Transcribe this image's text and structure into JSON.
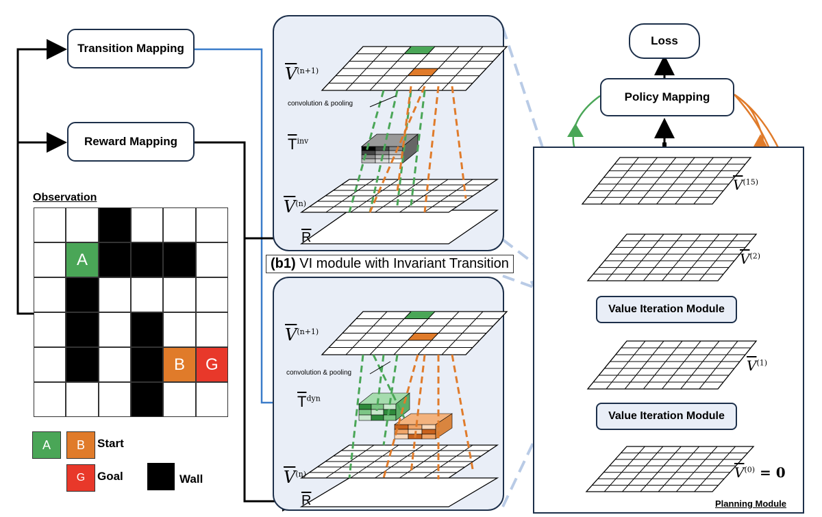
{
  "boxes": {
    "transition": "Transition Mapping",
    "reward": "Reward Mapping",
    "loss": "Loss",
    "policy": "Policy Mapping",
    "vim_top": "Value Iteration Module",
    "vim_bottom": "Value Iteration Module"
  },
  "observation": {
    "title": "Observation",
    "agent_label": "A",
    "start_label": "B",
    "goal_label": "G"
  },
  "legend": {
    "a": "A",
    "b": "B",
    "start": "Start",
    "g": "G",
    "goal": "Goal",
    "wall": "Wall"
  },
  "panel_top": {
    "v_next_sup": "(n+1)",
    "conv": "convolution & pooling",
    "t_sym": "T",
    "t_sup": "inv",
    "v_sup": "(n)",
    "r_sym": "R"
  },
  "caption": {
    "prefix": "(b1)",
    "text": " VI module with Invariant Transition"
  },
  "panel_bottom": {
    "v_next_sup": "(n+1)",
    "conv": "convolution & pooling",
    "t_sym": "T",
    "t_sup": "dyn",
    "v_sup": "(n)",
    "r_sym": "R"
  },
  "planning": {
    "v15_sup": "(15)",
    "v2_sup": "(2)",
    "v1_sup": "(1)",
    "v0_sup": "(0)",
    "v0_eq": " = 0",
    "title": "Planning Module",
    "v_sym": "V"
  },
  "colors": {
    "green": "#4aa657",
    "orange": "#e07b2a",
    "red": "#e8382a",
    "blue": "#3a7cc9",
    "dash_blue": "#b9cbe6",
    "panel_fill": "#e9eef7",
    "navy": "#1c2f4a"
  },
  "maze": {
    "rows": 6,
    "cols": 6,
    "walls": [
      [
        0,
        2
      ],
      [
        1,
        2
      ],
      [
        1,
        3
      ],
      [
        1,
        4
      ],
      [
        2,
        1
      ],
      [
        3,
        1
      ],
      [
        3,
        3
      ],
      [
        4,
        1
      ],
      [
        4,
        3
      ],
      [
        5,
        3
      ]
    ],
    "agent": [
      1,
      1
    ],
    "start": [
      4,
      4
    ],
    "goal": [
      4,
      5
    ]
  }
}
